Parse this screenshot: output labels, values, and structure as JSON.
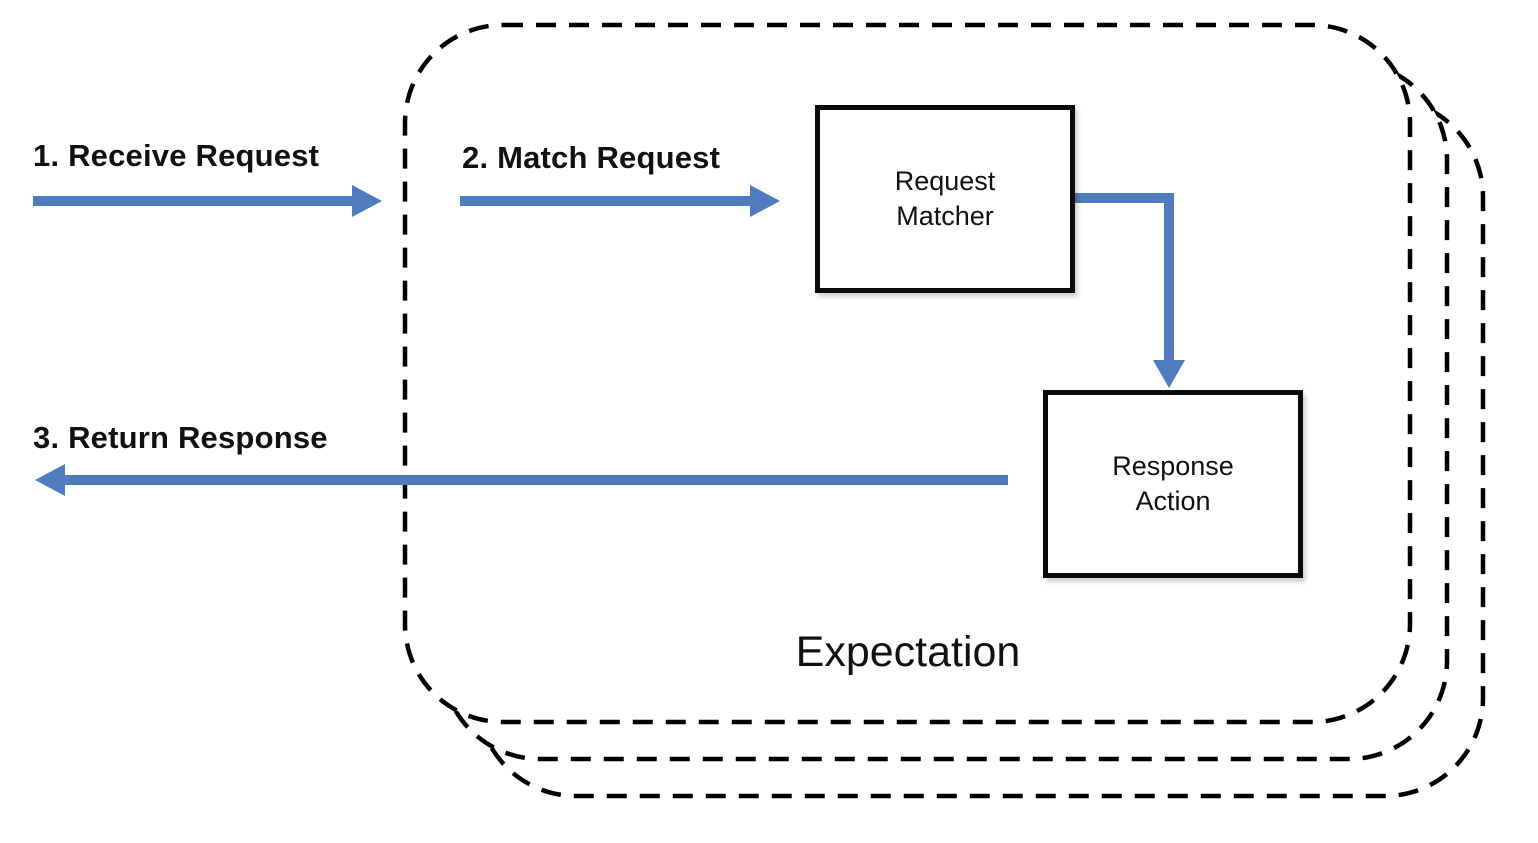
{
  "diagram": {
    "title": "Expectation",
    "labels": {
      "step1": "1. Receive Request",
      "step2": "2. Match Request",
      "step3": "3. Return Response"
    },
    "nodes": {
      "request_matcher": "Request\nMatcher",
      "response_action": "Response\nAction"
    },
    "colors": {
      "arrow": "#4f7bbf",
      "outline": "#000000",
      "background": "#ffffff"
    }
  }
}
